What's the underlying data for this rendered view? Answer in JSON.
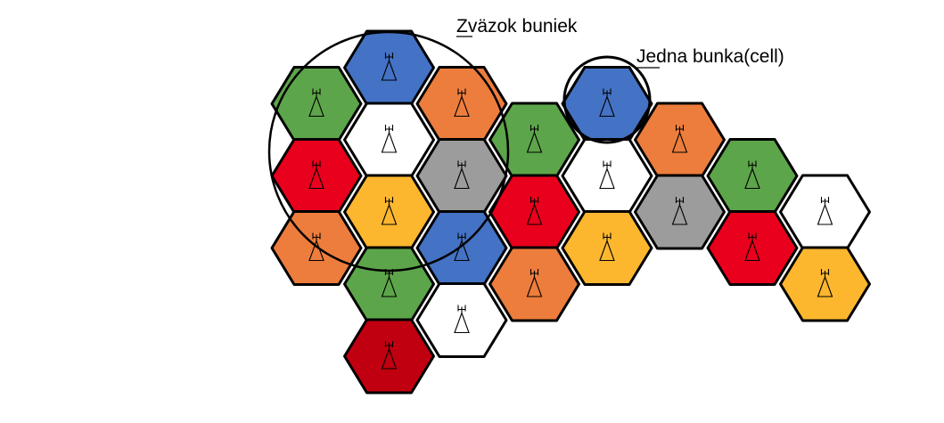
{
  "labels": {
    "cluster": "Zväzok buniek",
    "cell": "Jedna bunka(cell)"
  },
  "colors": {
    "blue": "#4472C4",
    "green": "#5DA54A",
    "orange": "#ED7D3C",
    "red": "#E8001C",
    "gray": "#9C9C9C",
    "yellow": "#FDB72F",
    "white": "#FFFFFF",
    "darkred": "#C00010"
  },
  "cells": [
    {
      "col": 1,
      "row": 0,
      "color": "blue"
    },
    {
      "col": 0,
      "row": 1,
      "color": "green"
    },
    {
      "col": 2,
      "row": 1,
      "color": "orange"
    },
    {
      "col": 1,
      "row": 2,
      "color": "white"
    },
    {
      "col": 3,
      "row": 2,
      "color": "green"
    },
    {
      "col": 4,
      "row": 1,
      "color": "blue"
    },
    {
      "col": 5,
      "row": 2,
      "color": "orange"
    },
    {
      "col": 0,
      "row": 3,
      "color": "red"
    },
    {
      "col": 2,
      "row": 3,
      "color": "gray"
    },
    {
      "col": 4,
      "row": 3,
      "color": "white"
    },
    {
      "col": 6,
      "row": 3,
      "color": "green"
    },
    {
      "col": 1,
      "row": 4,
      "color": "yellow"
    },
    {
      "col": 3,
      "row": 4,
      "color": "red"
    },
    {
      "col": 5,
      "row": 4,
      "color": "gray"
    },
    {
      "col": 7,
      "row": 4,
      "color": "white"
    },
    {
      "col": 0,
      "row": 5,
      "color": "orange"
    },
    {
      "col": 2,
      "row": 5,
      "color": "blue"
    },
    {
      "col": 4,
      "row": 5,
      "color": "yellow"
    },
    {
      "col": 6,
      "row": 5,
      "color": "red"
    },
    {
      "col": 1,
      "row": 6,
      "color": "green"
    },
    {
      "col": 3,
      "row": 6,
      "color": "orange"
    },
    {
      "col": 7,
      "row": 6,
      "color": "yellow"
    },
    {
      "col": 2,
      "row": 7,
      "color": "white"
    },
    {
      "col": 1,
      "row": 8,
      "color": "darkred"
    }
  ]
}
